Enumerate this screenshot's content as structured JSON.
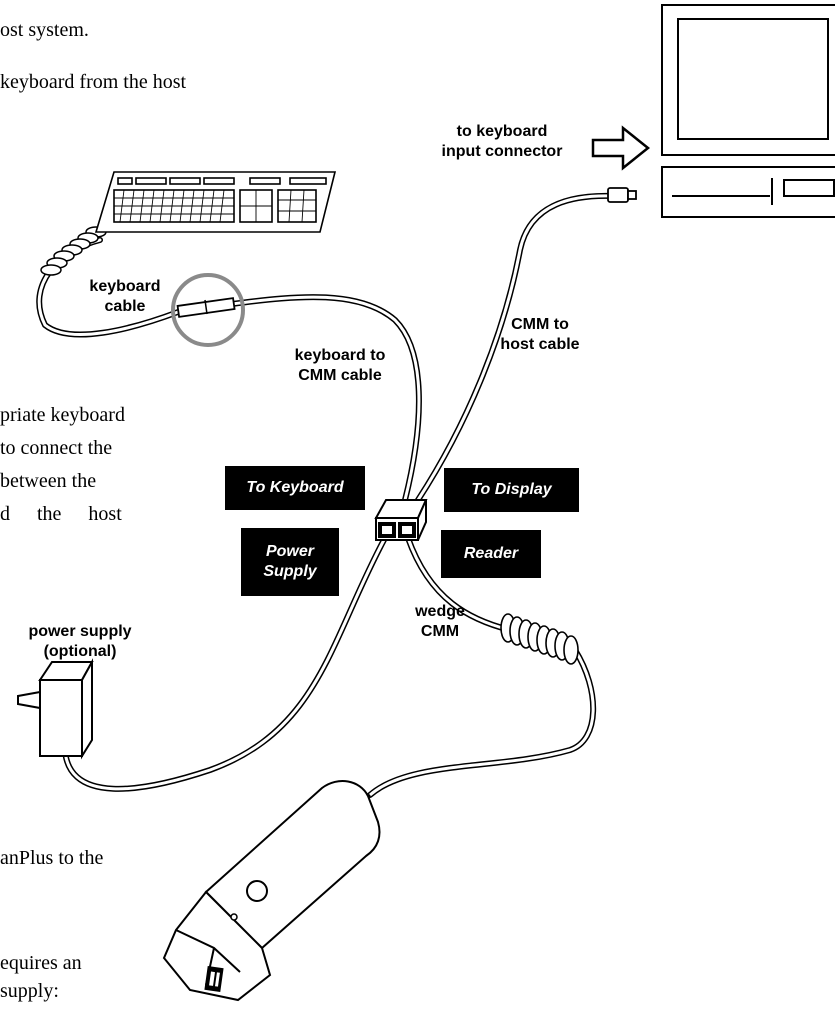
{
  "text_fragments": [
    "ost system.",
    "keyboard from the host",
    "priate keyboard",
    "to connect the",
    "between the",
    "d the host",
    "anPlus to the",
    "equires an",
    "supply:"
  ],
  "labels": {
    "to_keyboard_input": "to keyboard\ninput connector",
    "keyboard_cable": "keyboard\ncable",
    "cmm_to_host": "CMM to\nhost cable",
    "keyboard_to_cmm": "keyboard to\nCMM cable",
    "wedge_cmm": "wedge\nCMM",
    "power_supply": "power supply\n(optional)"
  },
  "tags": {
    "to_keyboard": "To Keyboard",
    "to_display": "To Display",
    "power_supply": "Power\nSupply",
    "reader": "Reader"
  },
  "colors": {
    "line": "#000000",
    "cable_fill": "#ffffff",
    "highlight_ring": "#8a8a8a",
    "tag_bg": "#000000",
    "tag_text": "#ffffff"
  }
}
